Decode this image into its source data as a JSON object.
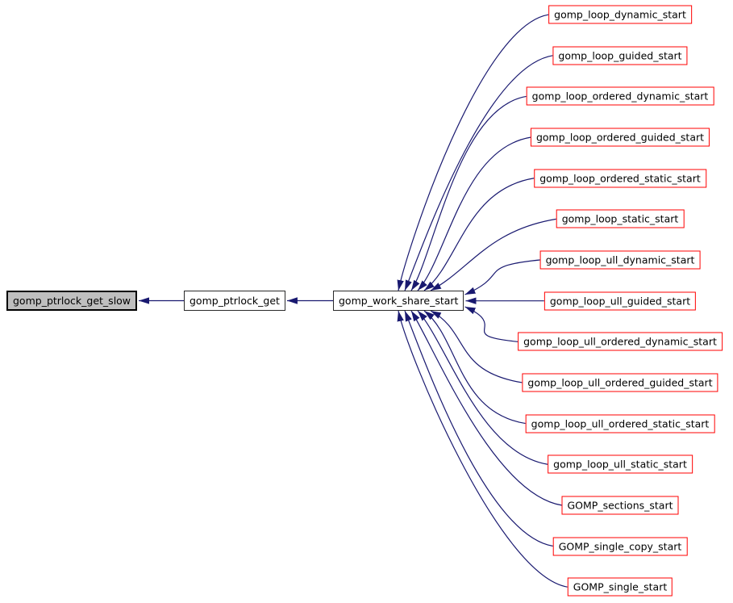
{
  "colors": {
    "background": "#ffffff",
    "edge": "#191970",
    "caller_border": "#ff0000",
    "node_border": "#2a2a2a",
    "root_border": "#000000",
    "root_fill": "#bfbfbf",
    "node_fill": "#ffffff",
    "text": "#000000"
  },
  "diagram": {
    "type": "caller-graph",
    "focus_node": {
      "label": "gomp_ptrlock_get_slow"
    },
    "intermediate_nodes": [
      {
        "label": "gomp_ptrlock_get"
      },
      {
        "label": "gomp_work_share_start"
      }
    ],
    "caller_nodes": [
      {
        "label": "gomp_loop_dynamic_start"
      },
      {
        "label": "gomp_loop_guided_start"
      },
      {
        "label": "gomp_loop_ordered_dynamic_start"
      },
      {
        "label": "gomp_loop_ordered_guided_start"
      },
      {
        "label": "gomp_loop_ordered_static_start"
      },
      {
        "label": "gomp_loop_static_start"
      },
      {
        "label": "gomp_loop_ull_dynamic_start"
      },
      {
        "label": "gomp_loop_ull_guided_start"
      },
      {
        "label": "gomp_loop_ull_ordered_dynamic_start"
      },
      {
        "label": "gomp_loop_ull_ordered_guided_start"
      },
      {
        "label": "gomp_loop_ull_ordered_static_start"
      },
      {
        "label": "gomp_loop_ull_static_start"
      },
      {
        "label": "GOMP_sections_start"
      },
      {
        "label": "GOMP_single_copy_start"
      },
      {
        "label": "GOMP_single_start"
      }
    ],
    "edges": [
      {
        "from": "gomp_ptrlock_get",
        "to": "gomp_ptrlock_get_slow"
      },
      {
        "from": "gomp_work_share_start",
        "to": "gomp_ptrlock_get"
      },
      {
        "from": "gomp_loop_dynamic_start",
        "to": "gomp_work_share_start"
      },
      {
        "from": "gomp_loop_guided_start",
        "to": "gomp_work_share_start"
      },
      {
        "from": "gomp_loop_ordered_dynamic_start",
        "to": "gomp_work_share_start"
      },
      {
        "from": "gomp_loop_ordered_guided_start",
        "to": "gomp_work_share_start"
      },
      {
        "from": "gomp_loop_ordered_static_start",
        "to": "gomp_work_share_start"
      },
      {
        "from": "gomp_loop_static_start",
        "to": "gomp_work_share_start"
      },
      {
        "from": "gomp_loop_ull_dynamic_start",
        "to": "gomp_work_share_start"
      },
      {
        "from": "gomp_loop_ull_guided_start",
        "to": "gomp_work_share_start"
      },
      {
        "from": "gomp_loop_ull_ordered_dynamic_start",
        "to": "gomp_work_share_start"
      },
      {
        "from": "gomp_loop_ull_ordered_guided_start",
        "to": "gomp_work_share_start"
      },
      {
        "from": "gomp_loop_ull_ordered_static_start",
        "to": "gomp_work_share_start"
      },
      {
        "from": "gomp_loop_ull_static_start",
        "to": "gomp_work_share_start"
      },
      {
        "from": "GOMP_sections_start",
        "to": "gomp_work_share_start"
      },
      {
        "from": "GOMP_single_copy_start",
        "to": "gomp_work_share_start"
      },
      {
        "from": "GOMP_single_start",
        "to": "gomp_work_share_start"
      }
    ]
  }
}
